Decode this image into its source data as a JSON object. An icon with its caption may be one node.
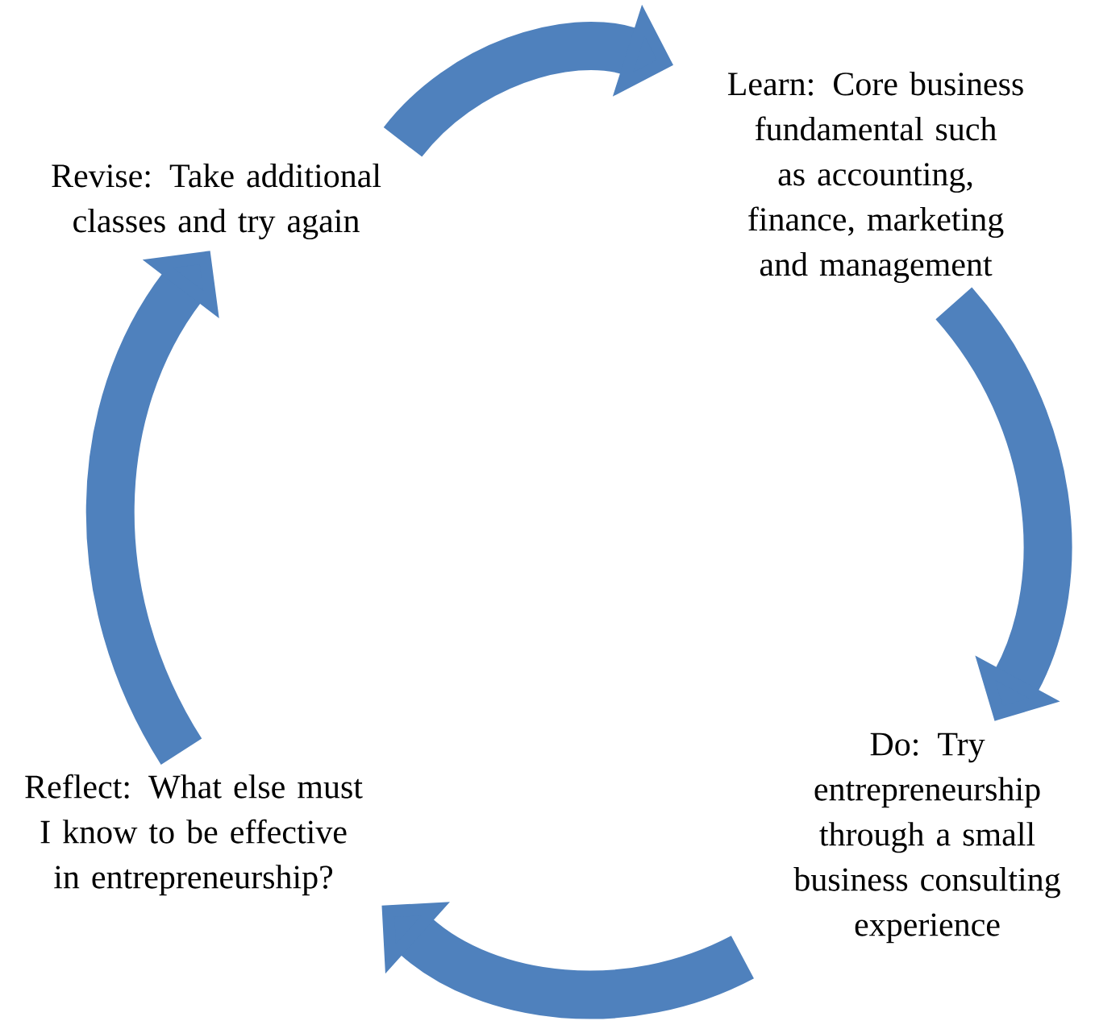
{
  "diagram": {
    "nodes": [
      {
        "text": [
          "Learn: Core business fundamental such as accounting, finance, marketing and management"
        ]
      },
      {
        "text": [
          "Do: Try entrepreneurship through a small business consulting experience"
        ]
      },
      {
        "text": [
          "Reflect:  What else must I know to be effective in entrepreneurship?"
        ]
      },
      {
        "text": [
          "Revise: Take additional classes and try again"
        ]
      }
    ],
    "edges": [
      {
        "from": 3,
        "to": 0,
        "arrow": "to"
      },
      {
        "from": 0,
        "to": 1,
        "arrow": "to"
      },
      {
        "from": 1,
        "to": 2,
        "arrow": "to"
      },
      {
        "from": 2,
        "to": 3,
        "arrow": "to"
      }
    ]
  }
}
